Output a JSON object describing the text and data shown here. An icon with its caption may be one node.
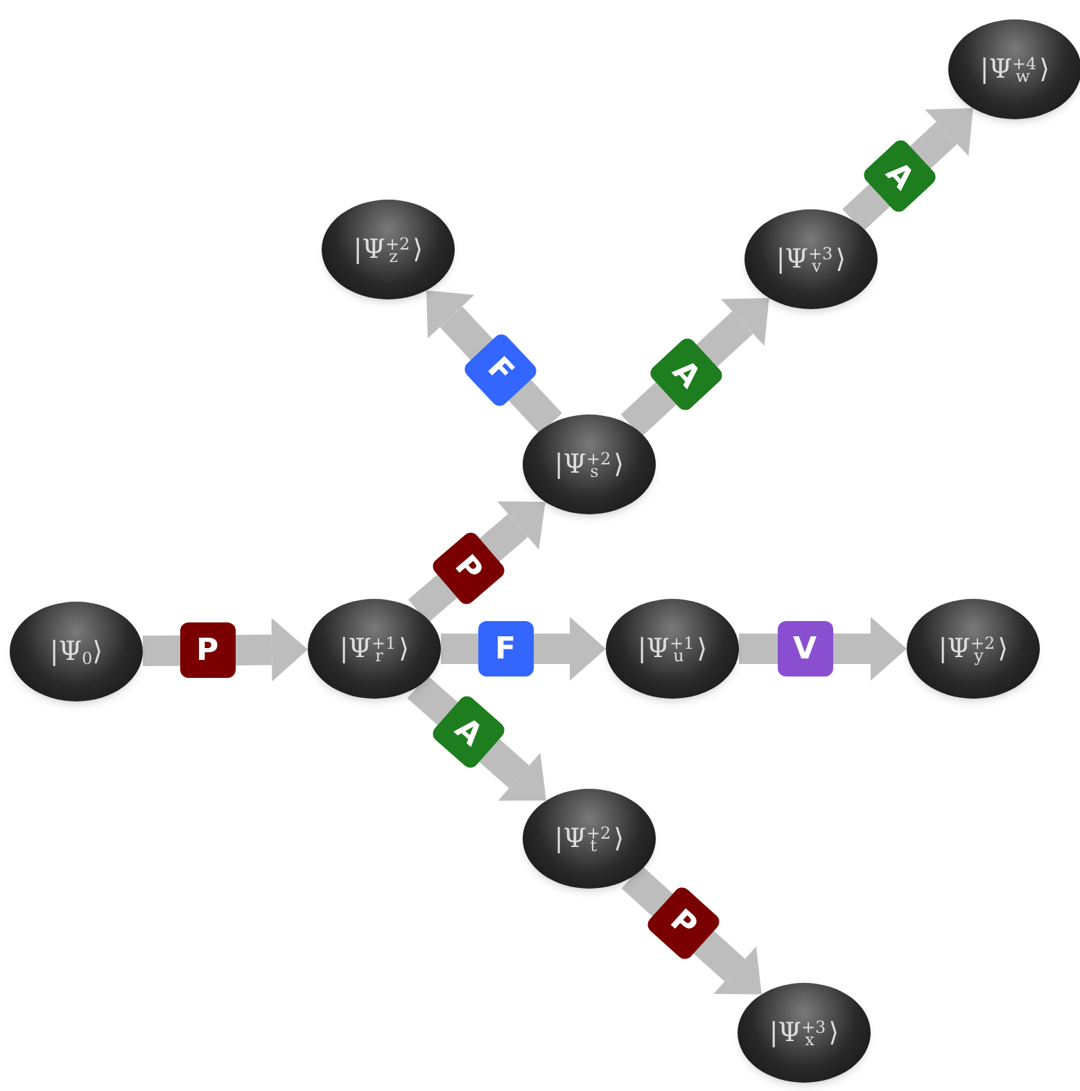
{
  "diagram": {
    "nodes": [
      {
        "text": [
          "|Ψ$_{0}$⟩"
        ]
      },
      {
        "text": [
          "|Ψ$^{+1}$$_{r}$⟩"
        ]
      },
      {
        "text": [
          "|Ψ$^{+2}$$_{s}$⟩"
        ]
      },
      {
        "text": [
          "|Ψ$^{+2}$$_{z}$⟩"
        ]
      },
      {
        "text": [
          "|Ψ$^{+3}$$_{v}$⟩"
        ]
      },
      {
        "text": [
          "|Ψ$^{+4}$$_{w}$⟩"
        ]
      },
      {
        "text": [
          "|Ψ$^{+1}$$_{u}$⟩"
        ]
      },
      {
        "text": [
          "|Ψ$^{+2}$$_{y}$⟩"
        ]
      },
      {
        "text": [
          "|Ψ$^{+2}$$_{t}$⟩"
        ]
      },
      {
        "text": [
          "|Ψ$^{+3}$$_{x}$⟩"
        ]
      }
    ],
    "edges": [
      {
        "from": 0,
        "to": 1,
        "arrow": "to",
        "label": "P"
      },
      {
        "from": 1,
        "to": 2,
        "arrow": "to",
        "label": "P"
      },
      {
        "from": 2,
        "to": 3,
        "arrow": "to",
        "label": "F"
      },
      {
        "from": 2,
        "to": 4,
        "arrow": "to",
        "label": "A"
      },
      {
        "from": 4,
        "to": 5,
        "arrow": "to",
        "label": "A"
      },
      {
        "from": 1,
        "to": 6,
        "arrow": "to",
        "label": "F"
      },
      {
        "from": 6,
        "to": 7,
        "arrow": "to",
        "label": "V"
      },
      {
        "from": 1,
        "to": 8,
        "arrow": "to",
        "label": "A"
      },
      {
        "from": 8,
        "to": 9,
        "arrow": "to",
        "label": "P"
      }
    ]
  }
}
